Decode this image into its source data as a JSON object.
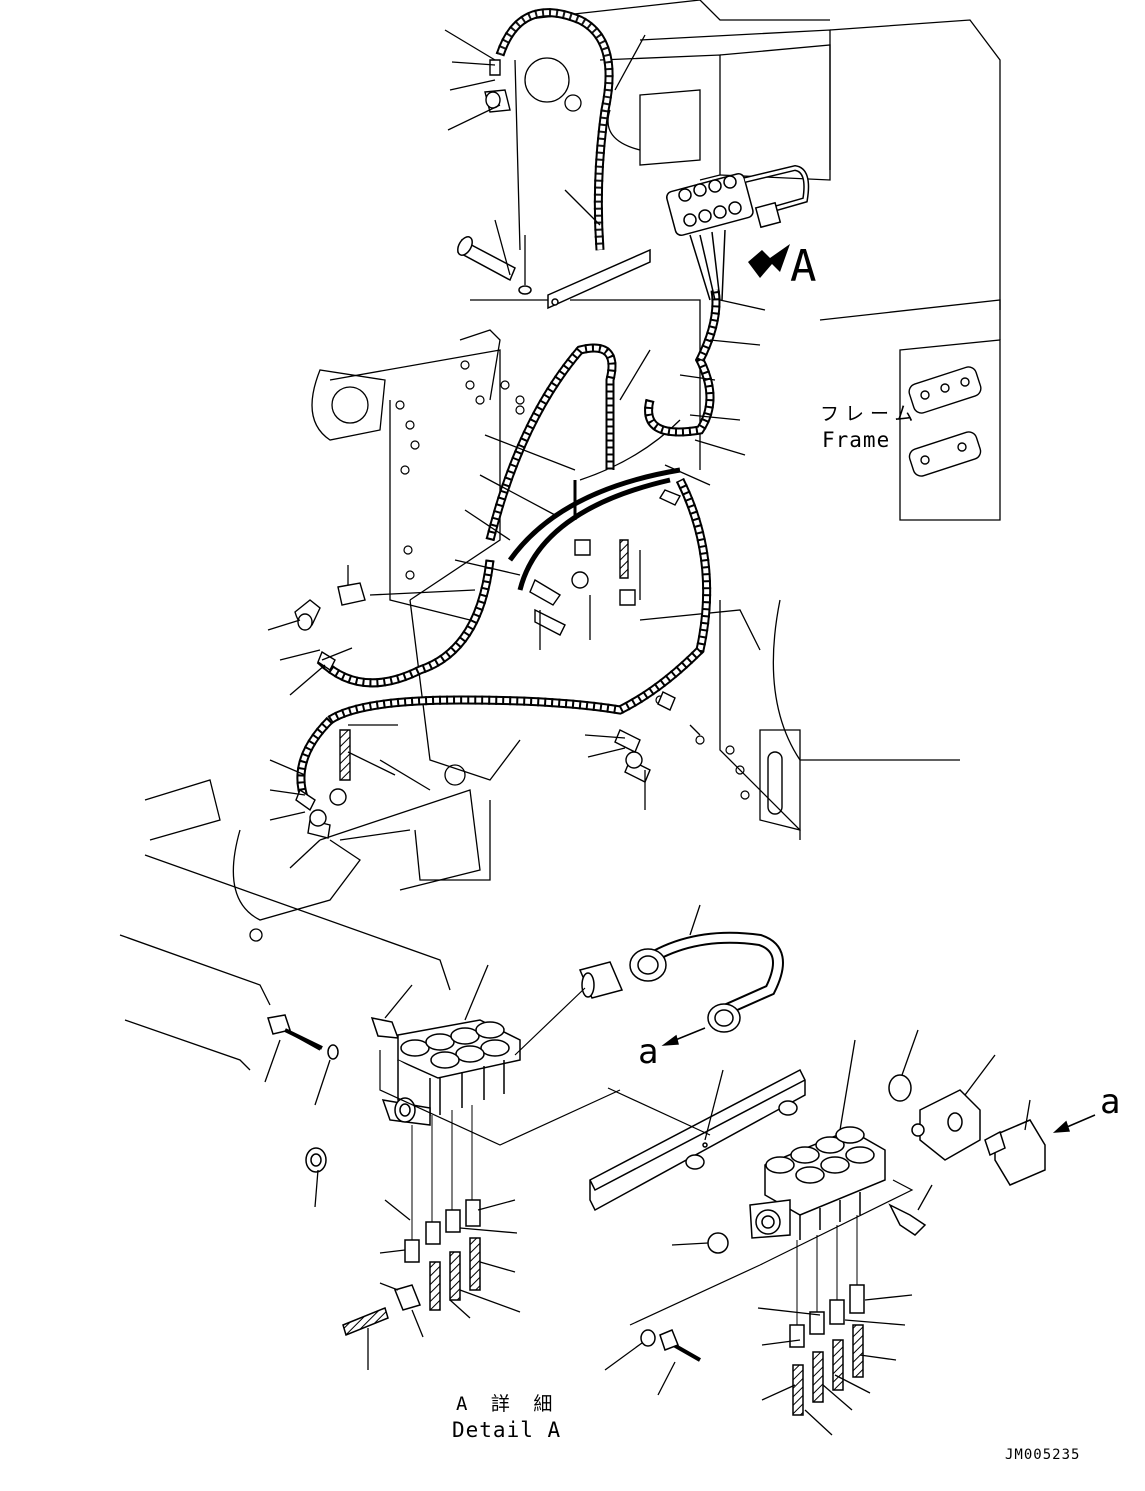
{
  "callouts": {
    "view_a": "A",
    "ref_a_left": "a",
    "ref_a_right": "a"
  },
  "frame_label": {
    "ja": "フレーム",
    "en": "Frame"
  },
  "detail_caption": {
    "ja": "A 詳 細",
    "en": "Detail A"
  },
  "drawing_code": "JM005235"
}
